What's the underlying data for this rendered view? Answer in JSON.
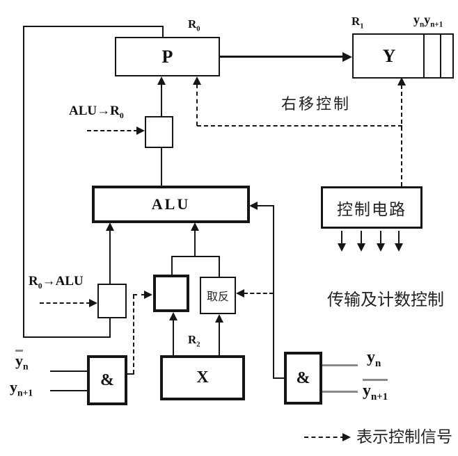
{
  "diagram": {
    "title_hint": "Booth one-bit multiplier datapath",
    "colors": {
      "line": "#151515",
      "gray_line": "#8a8a8a",
      "background": "#ffffff"
    },
    "registers": {
      "p": {
        "label": "P",
        "reg": {
          "base": "R",
          "sub": "0"
        }
      },
      "y": {
        "label": "Y",
        "reg": {
          "base": "R",
          "sub": "1"
        },
        "bits": [
          {
            "base": "y",
            "sub": "n"
          },
          {
            "base": "y",
            "sub": "n+1"
          }
        ]
      },
      "x": {
        "label": "X",
        "reg": {
          "base": "R",
          "sub": "2"
        }
      }
    },
    "alu": {
      "label": "ALU"
    },
    "control_box": {
      "label": "控制电路"
    },
    "negate_box": {
      "label": "取反"
    },
    "and_gates": {
      "left": {
        "label": "&",
        "inputs": [
          {
            "base": "y",
            "sub": "n",
            "overline": true
          },
          {
            "base": "y",
            "sub": "n+1",
            "overline": false
          }
        ]
      },
      "right": {
        "label": "&",
        "outputs": [
          {
            "base": "y",
            "sub": "n",
            "overline": false
          },
          {
            "base": "y",
            "sub": "n+1",
            "overline": true
          }
        ]
      }
    },
    "signals": {
      "alu_to_r0": {
        "p1": "ALU→R",
        "sub": "0"
      },
      "r0_to_alu": {
        "p1": "R",
        "sub": "0",
        "p2": "→ALU"
      },
      "right_shift_control": "右移控制",
      "transfer_count_control": "传输及计数控制",
      "legend_text": "表示控制信号"
    }
  }
}
